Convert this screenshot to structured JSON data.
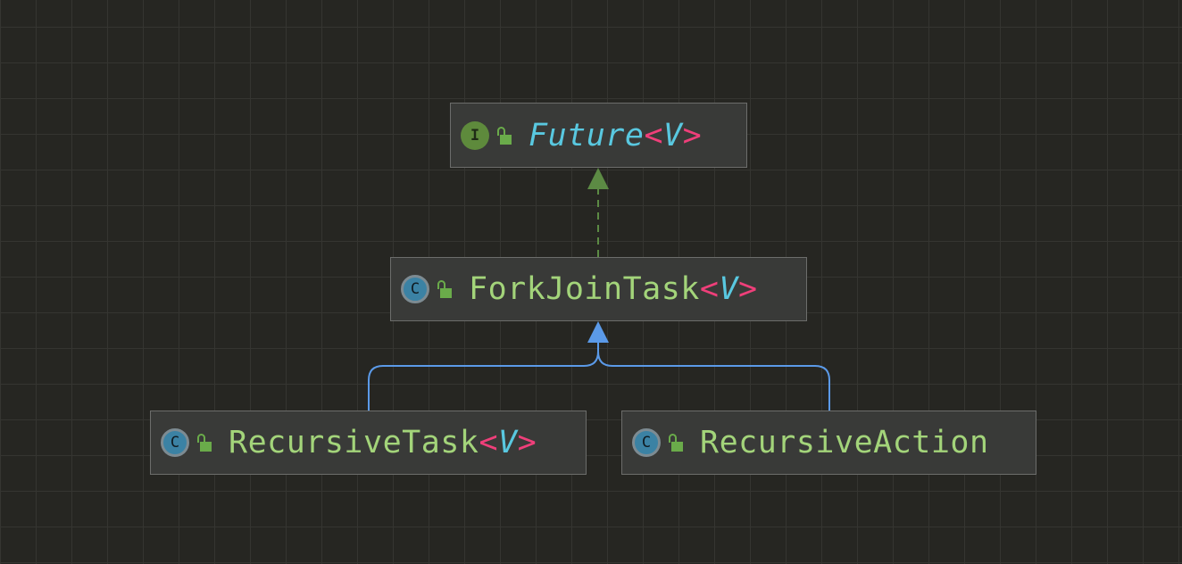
{
  "colors": {
    "background": "#262622",
    "grid": "#353531",
    "node_fill": "#393a38",
    "node_border": "#6c6d6b",
    "class_name": "#a3d47a",
    "interface_name": "#59c8e0",
    "generic_bracket": "#ef3f7a",
    "generic_param": "#59c8e0",
    "implements_arrow": "#5c8a44",
    "extends_arrow": "#5b9ae8"
  },
  "nodes": {
    "future": {
      "name": "Future",
      "generic_open": "<",
      "generic_param": "V",
      "generic_close": ">",
      "kind": "interface",
      "kind_glyph": "I",
      "kind_icon": "interface-icon",
      "visibility_icon": "public-lock-icon"
    },
    "forkjointask": {
      "name": "ForkJoinTask",
      "generic_open": "<",
      "generic_param": "V",
      "generic_close": ">",
      "kind": "abstract-class",
      "kind_glyph": "C",
      "kind_icon": "abstract-class-icon",
      "visibility_icon": "public-lock-icon"
    },
    "recursivetask": {
      "name": "RecursiveTask",
      "generic_open": "<",
      "generic_param": "V",
      "generic_close": ">",
      "kind": "abstract-class",
      "kind_glyph": "C",
      "kind_icon": "abstract-class-icon",
      "visibility_icon": "public-lock-icon"
    },
    "recursiveaction": {
      "name": "RecursiveAction",
      "kind": "abstract-class",
      "kind_glyph": "C",
      "kind_icon": "abstract-class-icon",
      "visibility_icon": "public-lock-icon"
    }
  },
  "edges": [
    {
      "from": "ForkJoinTask",
      "to": "Future",
      "relation": "implements",
      "style": "dashed"
    },
    {
      "from": "RecursiveTask",
      "to": "ForkJoinTask",
      "relation": "extends",
      "style": "solid"
    },
    {
      "from": "RecursiveAction",
      "to": "ForkJoinTask",
      "relation": "extends",
      "style": "solid"
    }
  ]
}
